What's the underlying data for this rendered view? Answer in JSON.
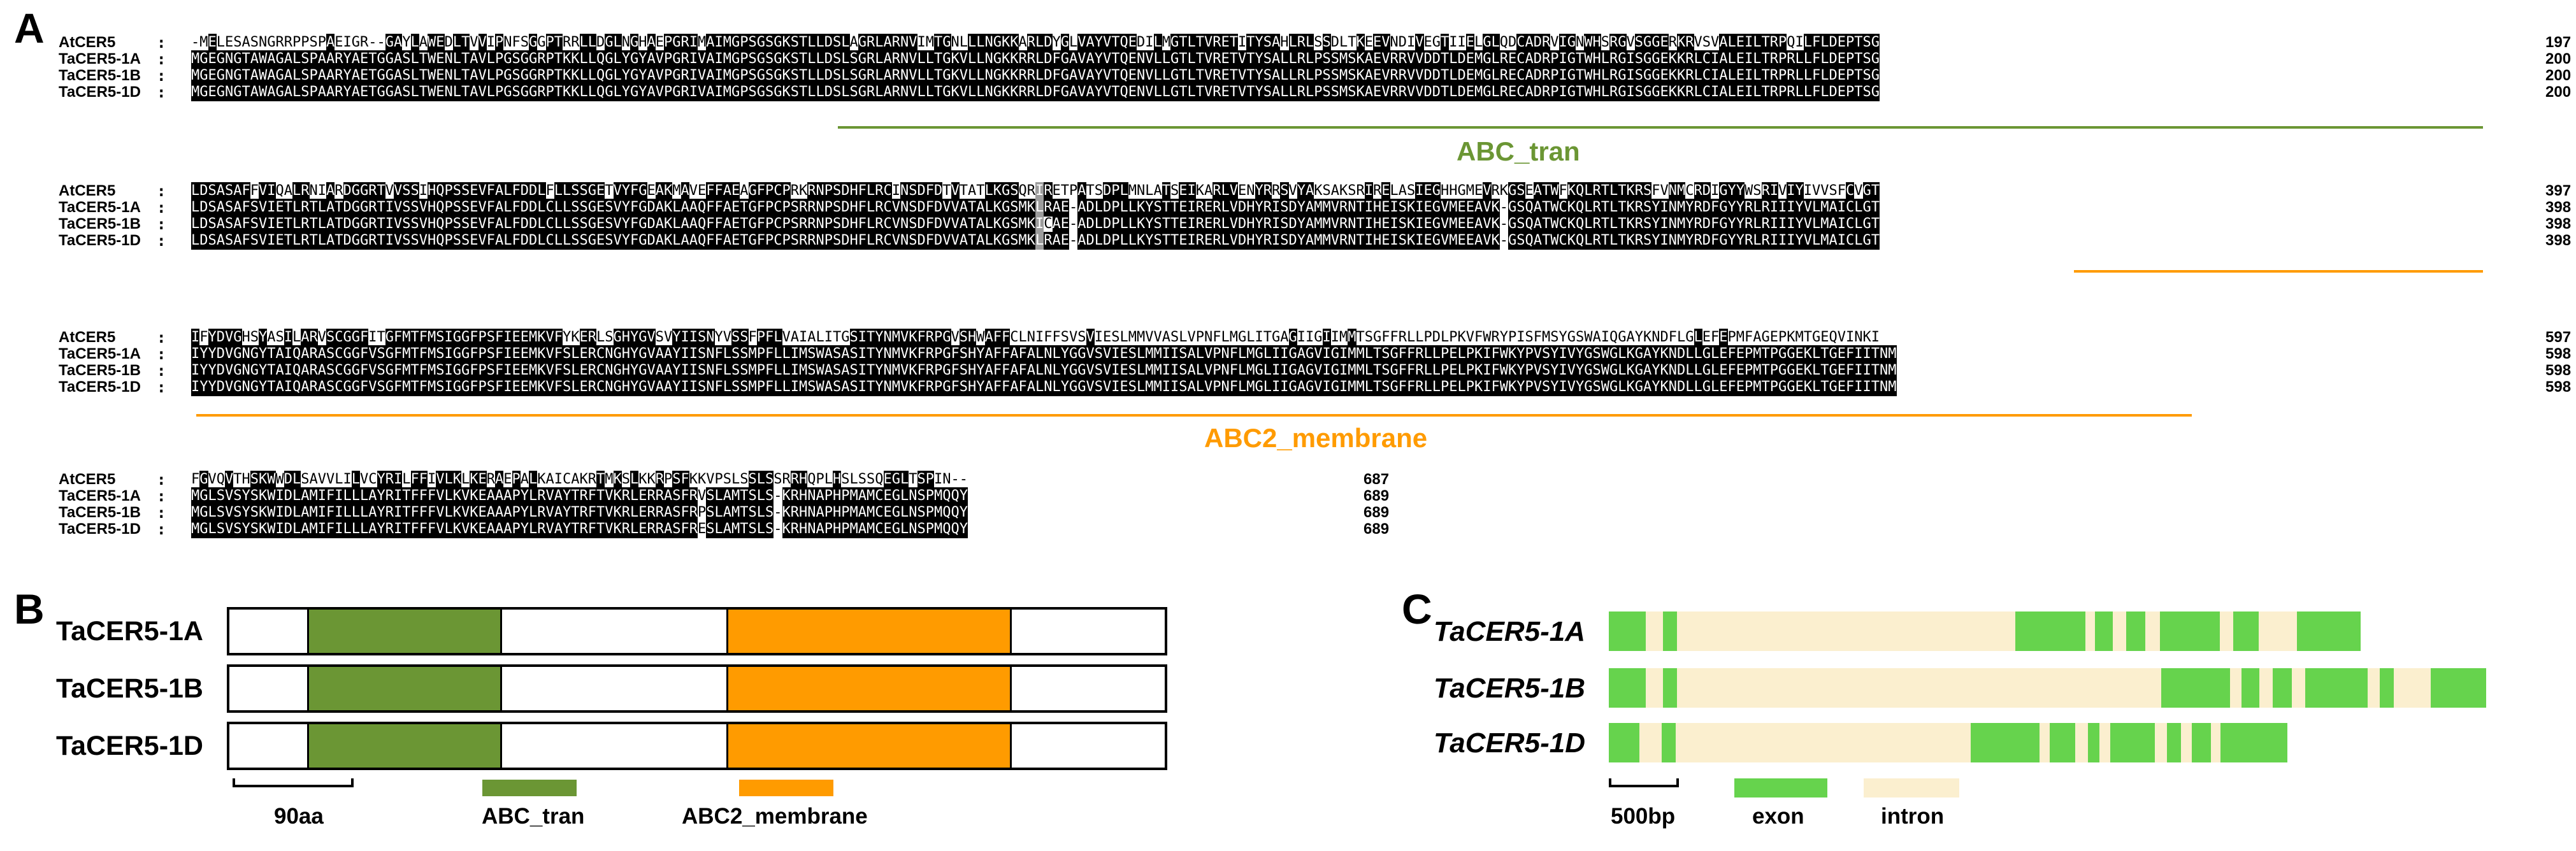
{
  "panels": {
    "a": "A",
    "b": "B",
    "c": "C"
  },
  "colors": {
    "identical": "#000000",
    "similar": "#9c9c9c",
    "abc_tran": "#6b9634",
    "abc2_membrane": "#ff9b00",
    "exon": "#66d34d",
    "intron": "#fbefcf"
  },
  "alignment": {
    "blocks": [
      {
        "rows": [
          {
            "name": "AtCER5",
            "seq": "-MELESASNGRRPPSPAEIGR--GAYLAWEDLTVVIPNFSGGPTRRLLDGLNGHAEPGRIMAIMGPSGSGKSTLLDSLAGRLARNVIMTGNLLLNGKKARLDYGLVAYVTQEDILMGTLTVRETITYSAHLRLSSDLTKEEVNDIVEGTIIELGLQDCADRVIGNWHSRGVSGGERKRVSVALEILTRPQILFLDEPTSG",
            "end": "197"
          },
          {
            "name": "TaCER5-1A",
            "seq": "MGEGNGTAWAGALSPAARYAETGGASLTWENLTAVLPGSGGRPTKKLLQGLYGYAVPGRIVAIMGPSGSGKSTLLDSLSGRLARNVLLTGKVLLNGKKRRLDFGAVAYVTQENVLLGTLTVRETVTYSALLRLPSSMSKAEVRRVVDDTLDEMGLRECADRPIGTWHLRGISGGEKKRLCIALEILTRPRLLFLDEPTSG",
            "end": "200"
          },
          {
            "name": "TaCER5-1B",
            "seq": "MGEGNGTAWAGALSPAARYAETGGASLTWENLTAVLPGSGGRPTKKLLQGLYGYAVPGRIVAIMGPSGSGKSTLLDSLSGRLARNVLLTGKVLLNGKKRRLDFGAVAYVTQENVLLGTLTVRETVTYSALLRLPSSMSKAEVRRVVDDTLDEMGLRECADRPIGTWHLRGISGGEKKRLCIALEILTRPRLLFLDEPTSG",
            "end": "200"
          },
          {
            "name": "TaCER5-1D",
            "seq": "MGEGNGTAWAGALSPAARYAETGGASLTWENLTAVLPGSGGRPTKKLLQGLYGYAVPGRIVAIMGPSGSGKSTLLDSLSGRLARNVLLTGKVLLNGKKRRLDFGAVAYVTQENVLLGTLTVRETVTYSALLRLPSSMSKAEVRRVVDDTLDEMGLRECADRPIGTWHLRGISGGEKKRLCIALEILTRPRLLFLDEPTSG",
            "end": "200"
          }
        ]
      },
      {
        "rows": [
          {
            "name": "AtCER5",
            "seq": "LDSASAFFVIQALRNIARDGGRTVVSSIHQPSSEVFALFDDLFLLSSGETVYFGEAKMAVEFFAEAGFPCPRKRNPSDHFLRCINSDFDTVTATLKGSQRIRETPATSDPLMNLATSEIKARLVENYRRSVYAKSAKSRIRELASIEGHHGMEVRKGSEATWFKQLRTLTKRSFVNMCRDIGYYWSRIVIYIVVSFCVGT",
            "end": "397"
          },
          {
            "name": "TaCER5-1A",
            "seq": "LDSASAFSVIETLRTLATDGGRTIVSSVHQPSSEVFALFDDLCLLSSGESVYFGDAKLAAQFFAETGFPCPSRRNPSDHFLRCVNSDFDVVATALKGSMKLRAE-ADLDPLLKYSTTEIRERLVDHYRISDYAMMVRNTIHEISKIEGVMEEAVK-GSQATWCKQLRTLTKRSYINMYRDFGYYRLRIIIYVLMAICLGT",
            "end": "398"
          },
          {
            "name": "TaCER5-1B",
            "seq": "LDSASAFSVIETLRTLATDGGRTIVSSVHQPSSEVFALFDDLCLLSSGESVYFGDAKLAAQFFAETGFPCPSRRNPSDHFLRCVNSDFDVVATALKGSMKICAE-ADLDPLLKYSTTEIRERLVDHYRISDYAMMVRNTIHEISKIEGVMEEAVK-GSQATWCKQLRTLTKRSYINMYRDFGYYRLRIIIYVLMAICLGT",
            "end": "398"
          },
          {
            "name": "TaCER5-1D",
            "seq": "LDSASAFSVIETLRTLATDGGRTIVSSVHQPSSEVFALFDDLCLLSSGESVYFGDAKLAAQFFAETGFPCPSRRNPSDHFLRCVNSDFDVVATALKGSMKLRAE-ADLDPLLKYSTTEIRERLVDHYRISDYAMMVRNTIHEISKIEGVMEEAVK-GSQATWCKQLRTLTKRSYINMYRDFGYYRLRIIIYVLMAICLGT",
            "end": "398"
          }
        ]
      },
      {
        "rows": [
          {
            "name": "AtCER5",
            "seq": "IFYDVGHSYASILARVSCGGFITGFMTFMSIGGFPSFIEEMKVFYKERLSGHYGVSVYIISNYVSSFPFLVAIALITGSITYNMVKFRPGVSHWAFFCLNIFFSVSVIESLMMVVASLVPNFLMGLITGAGIIGIIMMTSGFFRLLPDLPKVFWRYPISFMSYGSWAIQGAYKNDFLGLEFEPMFAGEPKMTGEQVINKI",
            "end": "597"
          },
          {
            "name": "TaCER5-1A",
            "seq": "IYYDVGNGYTAIQARASCGGFVSGFMTFMSIGGFPSFIEEMKVFSLERCNGHYGVAAYIISNFLSSMPFLLIMSWASASITYNMVKFRPGFSHYAFFAFALNLYGGVSVIESLMMIISALVPNFLMGLIIGAGVIGIMMLTSGFFRLLPELPKIFWKYPVSYIVYGSWGLKGAYKNDLLGLEFEPMTPGGEKLTGEFIITNM",
            "end": "598"
          },
          {
            "name": "TaCER5-1B",
            "seq": "IYYDVGNGYTAIQARASCGGFVSGFMTFMSIGGFPSFIEEMKVFSLERCNGHYGVAAYIISNFLSSMPFLLIMSWASASITYNMVKFRPGFSHYAFFAFALNLYGGVSVIESLMMIISALVPNFLMGLIIGAGVIGIMMLTSGFFRLLPELPKIFWKYPVSYIVYGSWGLKGAYKNDLLGLEFEPMTPGGEKLTGEFIITNM",
            "end": "598"
          },
          {
            "name": "TaCER5-1D",
            "seq": "IYYDVGNGYTAIQARASCGGFVSGFMTFMSIGGFPSFIEEMKVFSLERCNGHYGVAAYIISNFLSSMPFLLIMSWASASITYNMVKFRPGFSHYAFFAFALNLYGGVSVIESLMMIISALVPNFLMGLIIGAGVIGIMMLTSGFFRLLPELPKIFWKYPVSYIVYGSWGLKGAYKNDLLGLEFEPMTPGGEKLTGEFIITNM",
            "end": "598"
          }
        ]
      },
      {
        "rows": [
          {
            "name": "AtCER5",
            "seq": "FGVQVTHSKWWDLSAVVLILVCYRILFFIVLKLKERAEPALKAICAKRTMKSLKKRPSFKKVPSLSSLSSRRHQPLHSLSSQEGLTSPIN--",
            "end": "687"
          },
          {
            "name": "TaCER5-1A",
            "seq": "MGLSVSYSKWIDLAMIFILLLAYRITFFFVLKVKEAAAPYLRVAYTRFTVKRLERRASFRVSLAMTSLS-KRHNAPHPMAMCEGLNSPMQQY",
            "end": "689"
          },
          {
            "name": "TaCER5-1B",
            "seq": "MGLSVSYSKWIDLAMIFILLLAYRITFFFVLKVKEAAAPYLRVAYTRFTVKRLERRASFRPSLAMTSLS-KRHNAPHPMAMCEGLNSPMQQY",
            "end": "689"
          },
          {
            "name": "TaCER5-1D",
            "seq": "MGLSVSYSKWIDLAMIFILLLAYRITFFFVLKVKEAAAPYLRVAYTRFTVKRLERRASFRESLAMTSLS-KRHNAPHPMAMCEGLNSPMQQY",
            "end": "689"
          }
        ]
      }
    ],
    "domain_labels": {
      "abc_tran": "ABC_tran",
      "abc2_membrane": "ABC2_membrane"
    }
  },
  "protein_structure": {
    "rows": [
      {
        "name": "TaCER5-1A"
      },
      {
        "name": "TaCER5-1B"
      },
      {
        "name": "TaCER5-1D"
      }
    ],
    "scale_label": "90aa",
    "legend": {
      "abc_tran": "ABC_tran",
      "abc2_membrane": "ABC2_membrane"
    }
  },
  "gene_structure": {
    "rows": [
      {
        "name": "TaCER5-1A"
      },
      {
        "name": "TaCER5-1B"
      },
      {
        "name": "TaCER5-1D"
      }
    ],
    "scale_label": "500bp",
    "legend": {
      "exon": "exon",
      "intron": "intron"
    }
  }
}
